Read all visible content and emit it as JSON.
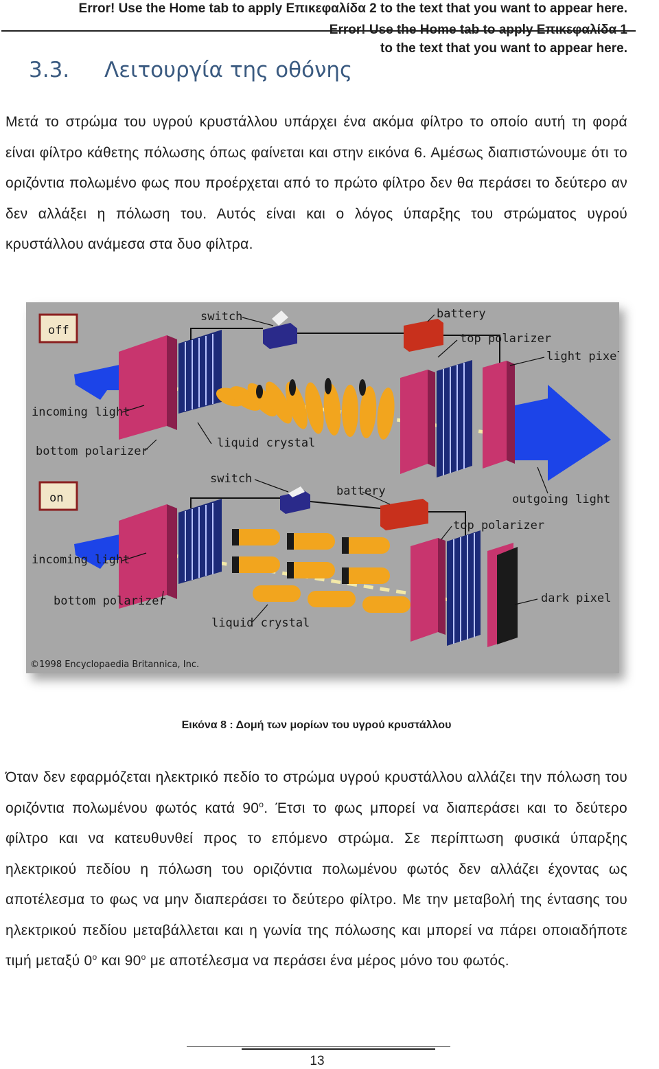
{
  "header": {
    "line1": "Error! Use the Home tab to apply Επικεφαλίδα 2 to the text that you want to appear here.",
    "line2": "Error! Use the Home tab to apply Επικεφαλίδα 1 to the text that you want to appear here."
  },
  "section": {
    "number": "3.3.",
    "title": "Λειτουργία της οθόνης"
  },
  "para1": "Μετά το στρώμα του υγρού κρυστάλλου υπάρχει ένα ακόμα φίλτρο το οποίο αυτή τη φορά είναι φίλτρο κάθετης πόλωσης όπως φαίνεται και στην εικόνα 6. Αμέσως διαπιστώνουμε ότι το οριζόντια πολωμένο φως που προέρχεται από το πρώτο φίλτρο δεν θα περάσει το δεύτερο αν δεν αλλάξει η πόλωση του. Αυτός είναι και ο λόγος ύπαρξης του στρώματος υγρού κρυστάλλου ανάμεσα στα δυο φίλτρα.",
  "figure": {
    "top": {
      "state": "off",
      "switch": "switch",
      "battery": "battery",
      "top_polarizer": "top polarizer",
      "pixel": "light pixel",
      "incoming": "incoming light",
      "liquid_crystal": "liquid crystal",
      "bottom_polarizer": "bottom polarizer"
    },
    "bottom": {
      "state": "on",
      "switch": "switch",
      "battery": "battery",
      "outgoing": "outgoing light",
      "top_polarizer": "top polarizer",
      "incoming": "incoming light",
      "pixel": "dark pixel",
      "bottom_polarizer": "bottom polarizer",
      "liquid_crystal": "liquid crystal"
    },
    "copyright": "©1998 Encyclopaedia Britannica, Inc.",
    "colors": {
      "background": "#a7a7a7",
      "polarizer": "#c8356e",
      "crystal": "#f2a51e",
      "light": "#1c44e8",
      "grid": "#1c2a78",
      "battery": "#c8301c"
    }
  },
  "caption": "Εικόνα 8 : Δομή των μορίων του υγρού κρυστάλλου",
  "para2_a": "Όταν δεν εφαρμόζεται ηλεκτρικό πεδίο το στρώμα υγρού κρυστάλλου αλλάζει την πόλωση του οριζόντια πολωμένου φωτός κατά 90",
  "para2_sup1": "ο",
  "para2_b": ". Έτσι το φως μπορεί να διαπεράσει και το δεύτερο φίλτρο και να κατευθυνθεί προς το επόμενο στρώμα. Σε περίπτωση φυσικά ύπαρξης ηλεκτρικού πεδίου η πόλωση του οριζόντια πολωμένου φωτός δεν αλλάζει έχοντας ως αποτέλεσμα το φως να μην διαπεράσει το δεύτερο φίλτρο. Με την μεταβολή της έντασης του ηλεκτρικού πεδίου μεταβάλλεται και η γωνία της πόλωσης και μπορεί να πάρει οποιαδήποτε τιμή μεταξύ 0",
  "para2_sup2": "ο",
  "para2_c": " και 90",
  "para2_sup3": "ο",
  "para2_d": " με αποτέλεσμα να περάσει ένα μέρος μόνο του φωτός.",
  "page_number": "13"
}
